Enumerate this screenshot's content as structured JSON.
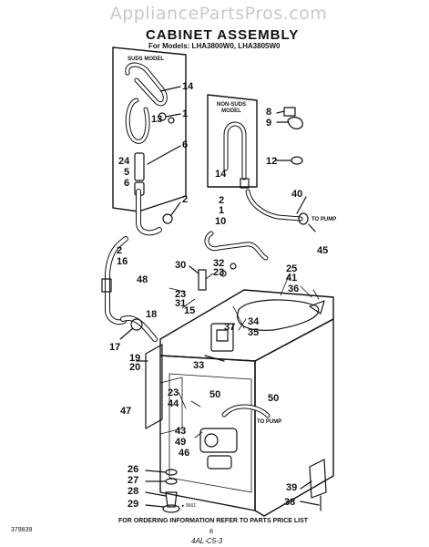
{
  "watermark": "AppliancePartsPros.com",
  "title": "CABINET ASSEMBLY",
  "subtitle": "For Models: LHA3800W0, LHA3805W0",
  "labels": {
    "suds_model": "SUDS MODEL",
    "non_suds_line1": "NON-SUDS",
    "non_suds_line2": "MODEL",
    "to_pump_1": "TO PUMP",
    "to_pump_2": "TO PUMP",
    "figure_ref": "▸ 9661"
  },
  "footer_text": "FOR ORDERING INFORMATION REFER TO PARTS PRICE LIST",
  "page_number": "8",
  "document_number": "379839",
  "handwritten_note": "4AL-C5-3",
  "callouts": [
    {
      "id": "c14a",
      "text": "14"
    },
    {
      "id": "c13",
      "text": "13"
    },
    {
      "id": "c1a",
      "text": "1"
    },
    {
      "id": "c6a",
      "text": "6"
    },
    {
      "id": "c24",
      "text": "24"
    },
    {
      "id": "c5",
      "text": "5"
    },
    {
      "id": "c6b",
      "text": "6"
    },
    {
      "id": "c2a",
      "text": "2"
    },
    {
      "id": "c8",
      "text": "8"
    },
    {
      "id": "c9",
      "text": "9"
    },
    {
      "id": "c14b",
      "text": "14"
    },
    {
      "id": "c12",
      "text": "12"
    },
    {
      "id": "c2b",
      "text": "2"
    },
    {
      "id": "c1b",
      "text": "1"
    },
    {
      "id": "c10",
      "text": "10"
    },
    {
      "id": "c40",
      "text": "40"
    },
    {
      "id": "c45",
      "text": "45"
    },
    {
      "id": "c2c",
      "text": "2"
    },
    {
      "id": "c16",
      "text": "16"
    },
    {
      "id": "c30",
      "text": "30"
    },
    {
      "id": "c32",
      "text": "32"
    },
    {
      "id": "c23a",
      "text": "23"
    },
    {
      "id": "c25",
      "text": "25"
    },
    {
      "id": "c41",
      "text": "41"
    },
    {
      "id": "c36",
      "text": "36"
    },
    {
      "id": "c48",
      "text": "48"
    },
    {
      "id": "c23b",
      "text": "23"
    },
    {
      "id": "c31",
      "text": "31"
    },
    {
      "id": "c15",
      "text": "15"
    },
    {
      "id": "c18",
      "text": "18"
    },
    {
      "id": "c37",
      "text": "37"
    },
    {
      "id": "c34",
      "text": "34"
    },
    {
      "id": "c35",
      "text": "35"
    },
    {
      "id": "c17",
      "text": "17"
    },
    {
      "id": "c19",
      "text": "19"
    },
    {
      "id": "c20",
      "text": "20"
    },
    {
      "id": "c33",
      "text": "33"
    },
    {
      "id": "c23c",
      "text": "23"
    },
    {
      "id": "c44",
      "text": "44"
    },
    {
      "id": "c50a",
      "text": "50"
    },
    {
      "id": "c50b",
      "text": "50"
    },
    {
      "id": "c47",
      "text": "47"
    },
    {
      "id": "c43",
      "text": "43"
    },
    {
      "id": "c49",
      "text": "49"
    },
    {
      "id": "c46",
      "text": "46"
    },
    {
      "id": "c26",
      "text": "26"
    },
    {
      "id": "c27",
      "text": "27"
    },
    {
      "id": "c28",
      "text": "28"
    },
    {
      "id": "c29",
      "text": "29"
    },
    {
      "id": "c39",
      "text": "39"
    },
    {
      "id": "c38",
      "text": "38"
    }
  ]
}
